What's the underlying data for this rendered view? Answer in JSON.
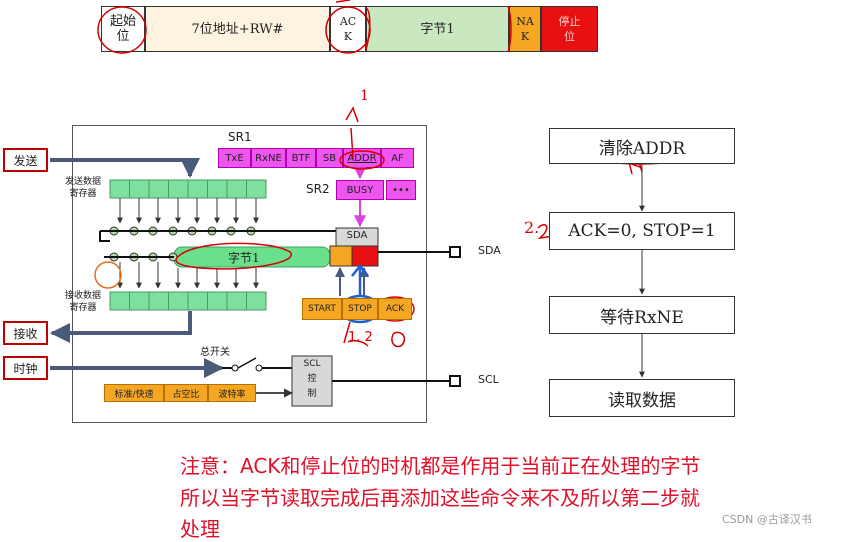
{
  "frame": {
    "start": "起始\n位",
    "addr": "7位地址+RW#",
    "ack": "AC\nK",
    "byte": "字节1",
    "nak": "NA\nK",
    "stop": "停止\n位"
  },
  "sr1": {
    "title": "SR1",
    "regs": [
      "TxE",
      "RxNE",
      "BTF",
      "SB",
      "ADDR",
      "AF"
    ]
  },
  "sr2": {
    "title": "SR2",
    "busy": "BUSY",
    "more": "•••"
  },
  "labels": {
    "send": "发送",
    "recv": "接收",
    "clock": "时钟",
    "tx_reg": "发送数据\n寄存器",
    "rx_reg": "接收数据\n寄存器",
    "main_switch": "总开关",
    "sda_box": "SDA",
    "sda_pin": "SDA",
    "scl_pin": "SCL",
    "scl_ctrl": "SCL\n控\n制",
    "shift_byte": "字节1"
  },
  "ctrl_bits": [
    "START",
    "STOP",
    "ACK"
  ],
  "clock_opts": [
    "标准/快速",
    "占空比",
    "波特率"
  ],
  "annot": {
    "one": "1",
    "two": "2.",
    "one_two": "1. 2"
  },
  "flow": [
    "清除ADDR",
    "ACK=0, STOP=1",
    "等待RxNE",
    "读取数据"
  ],
  "note": {
    "line1": "注意：ACK和停止位的时机都是作用于当前正在处理的字节",
    "line2": "所以当字节读取完成后再添加这些命令来不及所以第二步就",
    "line3": "处理"
  },
  "watermark": "CSDN @古译汉书",
  "colors": {
    "magenta": "#ee55ee",
    "green": "#7ee0a0",
    "orange": "#f5a623",
    "red": "#e81010",
    "annot_red": "#d40000",
    "note_red": "#e0102a",
    "blue": "#1f5fd0"
  }
}
